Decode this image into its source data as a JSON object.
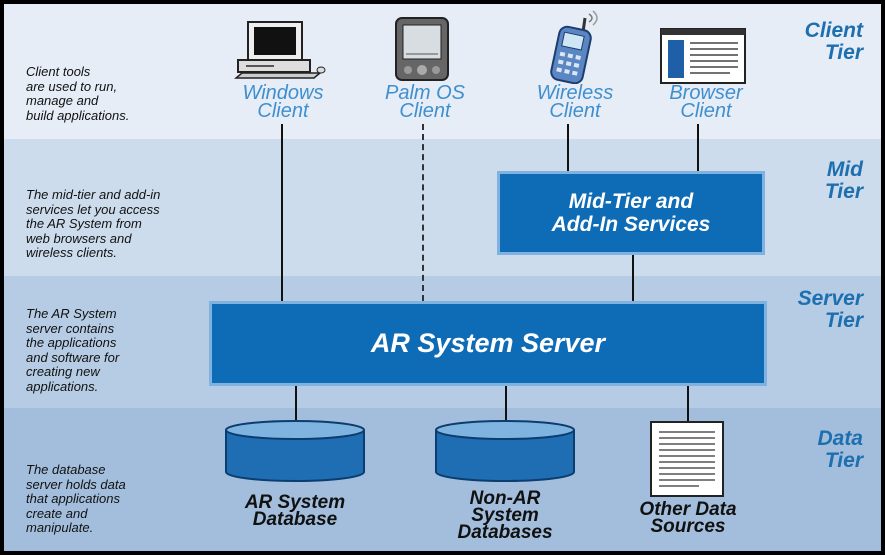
{
  "diagram": {
    "tiers": {
      "client": "Client\nTier",
      "mid": "Mid\nTier",
      "server": "Server\nTier",
      "data": "Data\nTier"
    },
    "notes": {
      "client": "Client tools\nare used to run,\nmanage and\nbuild applications.",
      "mid": "The mid-tier and add-in\nservices let you access\nthe AR System from\nweb browsers and\nwireless clients.",
      "server": "The AR System\nserver contains\nthe applications\nand software for\ncreating new\napplications.",
      "data": "The database\nserver holds data\nthat applications\ncreate and\nmanipulate."
    },
    "clients": {
      "windows": "Windows\nClient",
      "palm": "Palm OS\nClient",
      "wireless": "Wireless\nClient",
      "browser": "Browser\nClient"
    },
    "mid_box": "Mid-Tier and\nAdd-In Services",
    "server_box": "AR System Server",
    "data_sources": {
      "ar_db": "AR System\nDatabase",
      "non_ar_db": "Non-AR\nSystem\nDatabases",
      "other": "Other Data\nSources"
    },
    "colors": {
      "box": "#0e6bb5",
      "box_border": "#7fb2de",
      "tier_label": "#1e6fb0",
      "client_label": "#3f8fcf"
    }
  }
}
